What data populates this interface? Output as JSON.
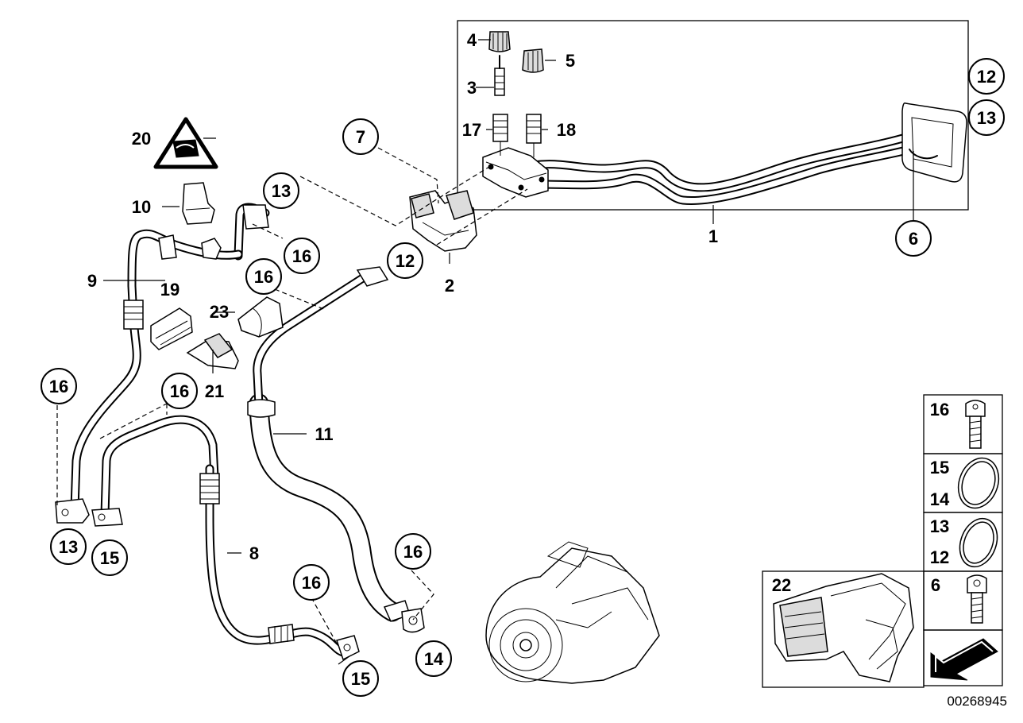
{
  "diagram": {
    "document_number": "00268945",
    "part_labels": {
      "p1": "1",
      "p2": "2",
      "p3": "3",
      "p4": "4",
      "p5": "5",
      "p6": "6",
      "p7": "7",
      "p8": "8",
      "p9": "9",
      "p10": "10",
      "p11": "11",
      "p12": "12",
      "p13": "13",
      "p14": "14",
      "p15": "15",
      "p16": "16",
      "p17": "17",
      "p18": "18",
      "p19": "19",
      "p20": "20",
      "p21": "21",
      "p22": "22",
      "p23": "23"
    }
  }
}
